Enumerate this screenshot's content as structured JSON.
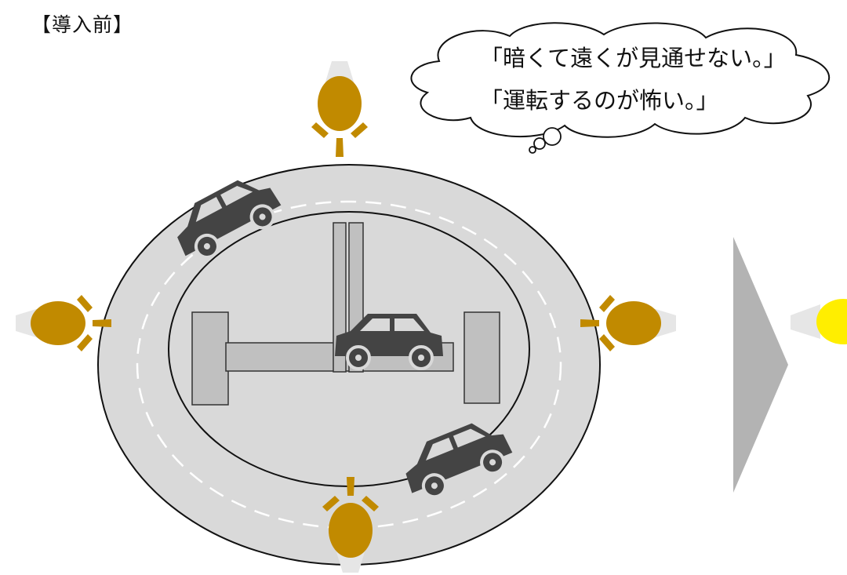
{
  "heading": "【導入前】",
  "speech": {
    "line1": "「暗くて遠くが見通せない。」",
    "line2": "「運転するのが怖い。」"
  },
  "colors": {
    "lamp_dim": "#c18a00",
    "lamp_bright": "#ffee00",
    "road": "#d9d9d9",
    "building": "#c0c0c0",
    "car": "#444444",
    "arrow": "#b3b3b3",
    "lane_marking": "#ffffff",
    "glow": "#e6e6e6"
  },
  "icons": [
    "street-lamp-icon",
    "car-icon",
    "thought-bubble",
    "next-arrow"
  ]
}
